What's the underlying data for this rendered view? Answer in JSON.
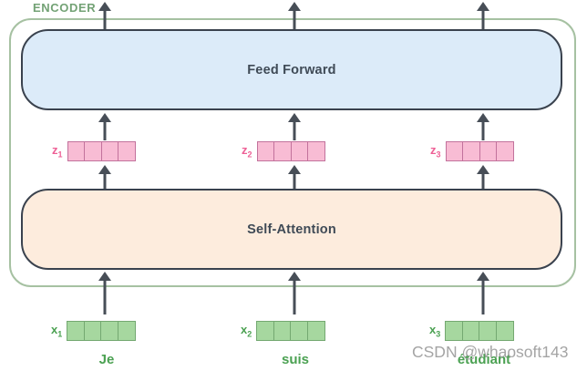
{
  "encoder": {
    "label": "ENCODER"
  },
  "blocks": {
    "feed_forward": {
      "label": "Feed Forward"
    },
    "self_attention": {
      "label": "Self-Attention"
    }
  },
  "vectors": {
    "cells_per_vector": 4,
    "z": [
      {
        "base": "z",
        "sub": "1"
      },
      {
        "base": "z",
        "sub": "2"
      },
      {
        "base": "z",
        "sub": "3"
      }
    ],
    "x": [
      {
        "base": "x",
        "sub": "1"
      },
      {
        "base": "x",
        "sub": "2"
      },
      {
        "base": "x",
        "sub": "3"
      }
    ]
  },
  "words": [
    "Je",
    "suis",
    "étudiant"
  ],
  "watermark": {
    "text": "CSDN @whaosoft143"
  },
  "colors": {
    "encoder_outline": "#a6c1a2",
    "encoder_label": "#73a275",
    "block_border": "#3a424e",
    "block_text": "#3f4a56",
    "feed_forward_fill": "#dcebf9",
    "self_attention_fill": "#fdecdd",
    "z_label": "#ee5f95",
    "z_cell_fill": "#f8bcd4",
    "z_cell_border": "#c2729c",
    "x_label": "#4ba152",
    "x_cell_fill": "#a6d79f",
    "x_cell_border": "#74a871",
    "word_text": "#4ba152",
    "arrow": "#474e57",
    "watermark_text": "#9d9d9d"
  }
}
